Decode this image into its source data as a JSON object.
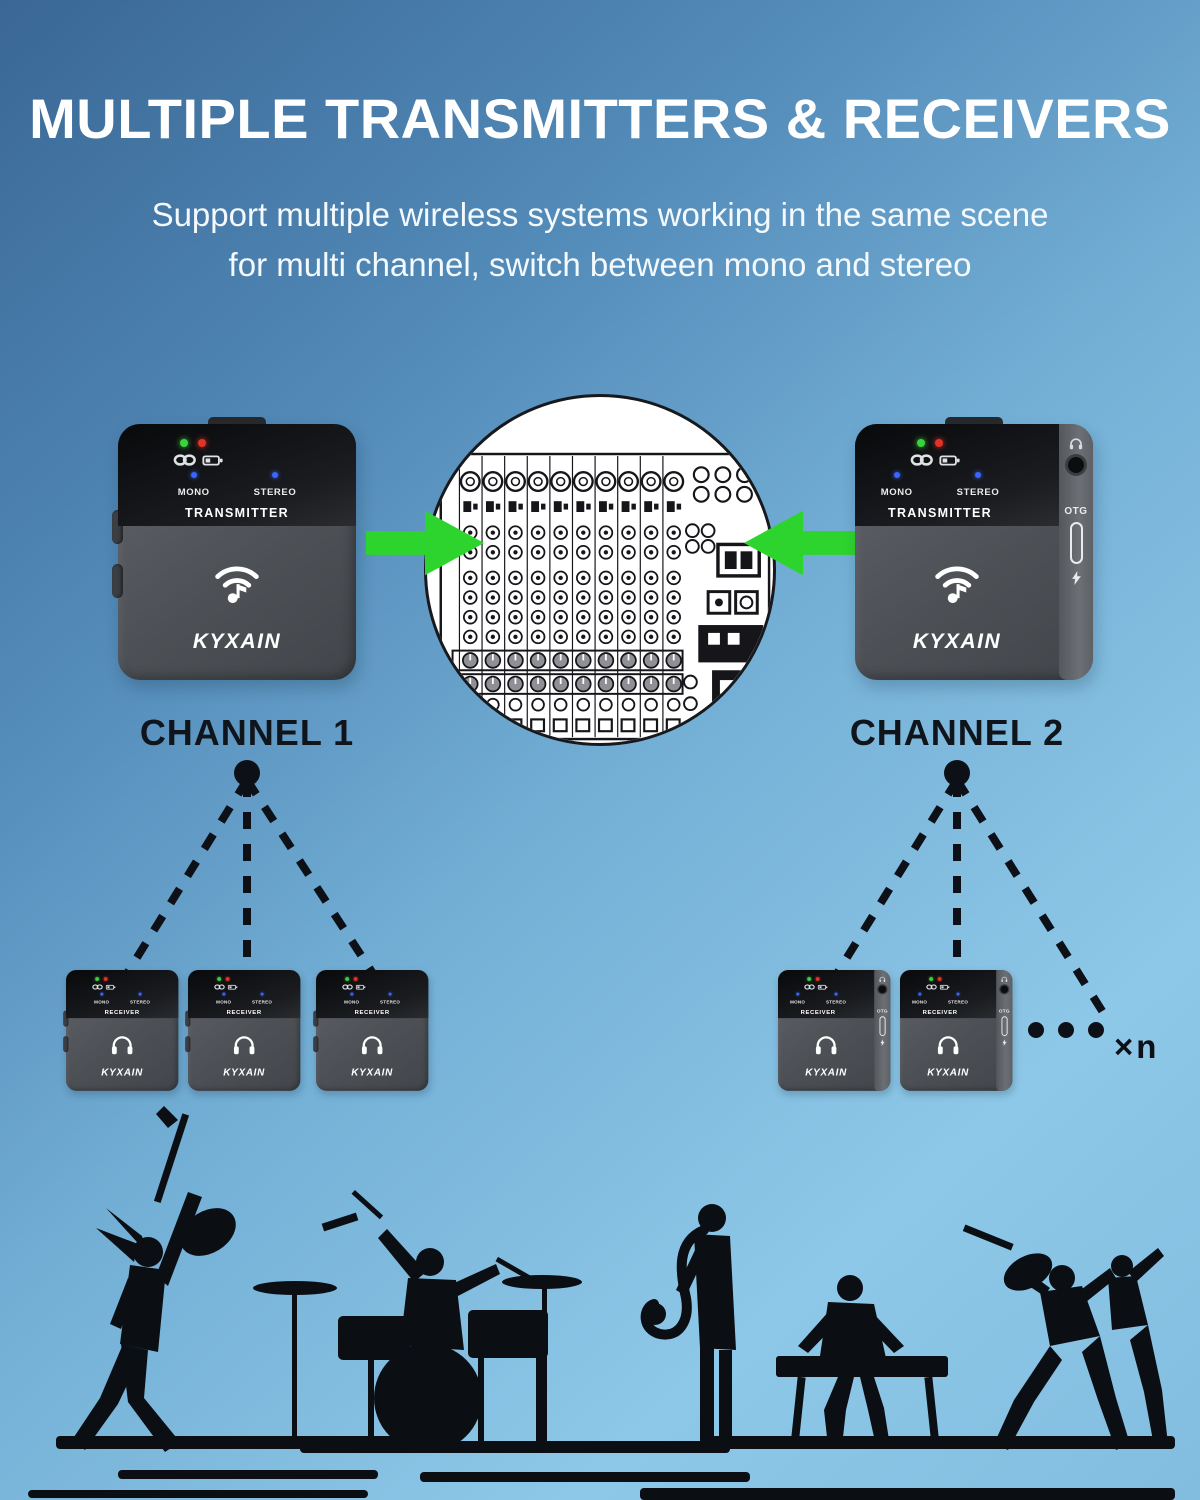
{
  "header": {
    "title": "MULTIPLE TRANSMITTERS & RECEIVERS",
    "subtitle_line1": "Support multiple wireless systems working in the same scene",
    "subtitle_line2": "for multi channel, switch between mono and stereo"
  },
  "device_labels": {
    "mono": "MONO",
    "stereo": "STEREO",
    "transmitter": "TRANSMITTER",
    "receiver": "RECEIVER",
    "brand": "KYXAIN",
    "otg": "OTG"
  },
  "channels": [
    {
      "label": "CHANNEL 1",
      "receiver_count": 3
    },
    {
      "label": "CHANNEL 2",
      "receiver_count": 2,
      "more_label": "×n"
    }
  ],
  "icons": {
    "power-led": "green dot",
    "status-led": "red dot",
    "link-icon": "chain links",
    "battery-icon": "battery",
    "mono-led": "blue dot",
    "stereo-led": "blue dot",
    "wifi-music-icon": "wifi arcs with music note",
    "headphone-icon": "headphones",
    "monitor-icon": "small headphone marker",
    "audio-jack-port": "3.5mm jack",
    "usb-c-port": "USB-C port",
    "charge-icon": "lightning bolt",
    "arrow-left-icon": "green arrow pointing right",
    "arrow-right-icon": "green arrow pointing left",
    "mixer-illustration": "audio mixing console line art",
    "band-silhouette": "rock band silhouette"
  },
  "colors": {
    "background_top": "#3a6795",
    "background_bottom": "#8ec8e8",
    "arrow_green": "#2ed42e",
    "ink": "#0d1117",
    "device_body": "#4d5156",
    "device_panel": "#0c0d0f",
    "led_green": "#3bd23b",
    "led_red": "#e23424",
    "led_blue": "#3a66ff"
  }
}
